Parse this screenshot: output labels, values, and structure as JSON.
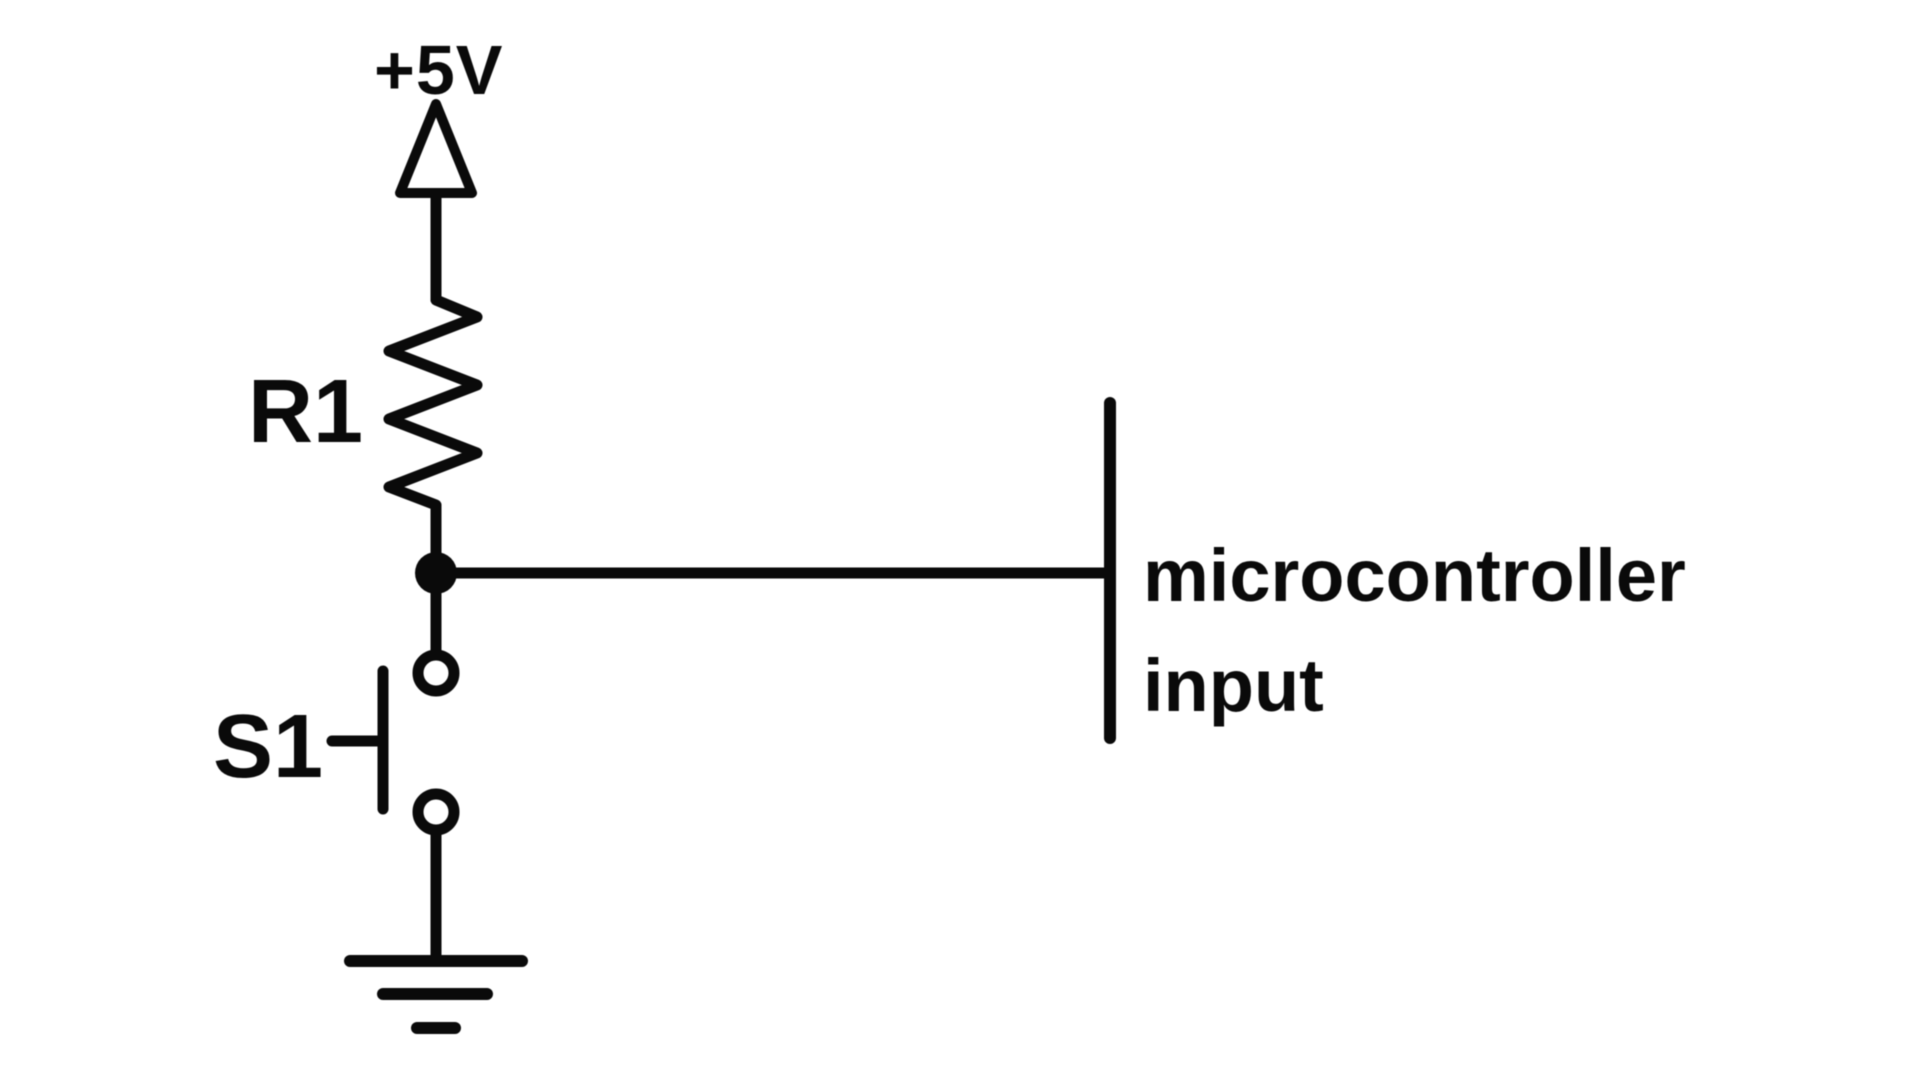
{
  "labels": {
    "power": "+5V",
    "resistor": "R1",
    "switch": "S1",
    "output_line1": "microcontroller",
    "output_line2": "input"
  },
  "symbols": {
    "power_symbol": "vcc-triangle",
    "resistor_symbol": "zigzag-resistor",
    "switch_symbol": "normally-open-pushbutton",
    "ground_symbol": "earth-ground",
    "junction": "solder-dot",
    "output_pin": "microcontroller-input-pin"
  },
  "colors": {
    "line": "#0a0a0a",
    "background": "#ffffff"
  }
}
